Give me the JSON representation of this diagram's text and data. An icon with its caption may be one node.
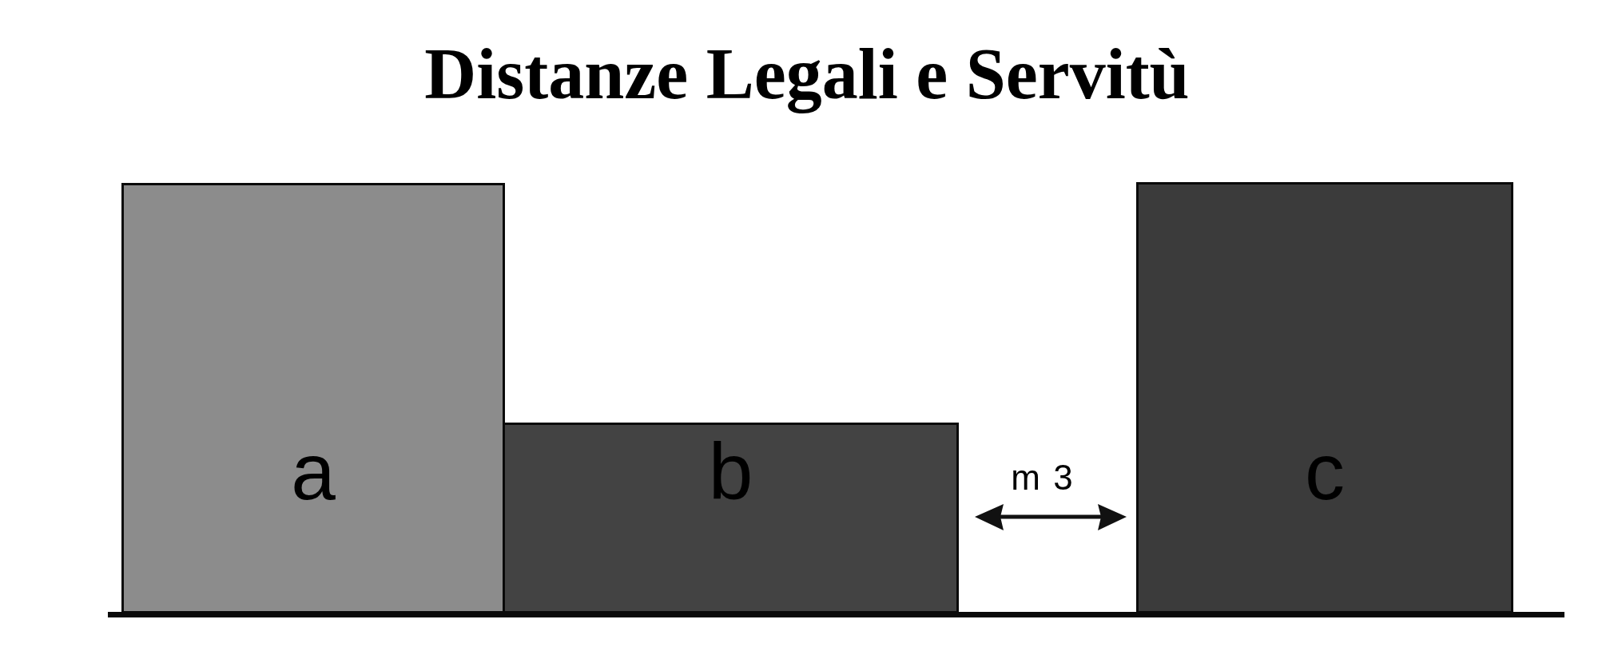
{
  "diagram": {
    "title": "Distanze Legali e Servitù",
    "nodes": [
      {
        "text": [
          "a"
        ]
      },
      {
        "text": [
          "b"
        ]
      },
      {
        "text": [
          "c"
        ]
      }
    ],
    "labels": [
      "m 3"
    ]
  }
}
